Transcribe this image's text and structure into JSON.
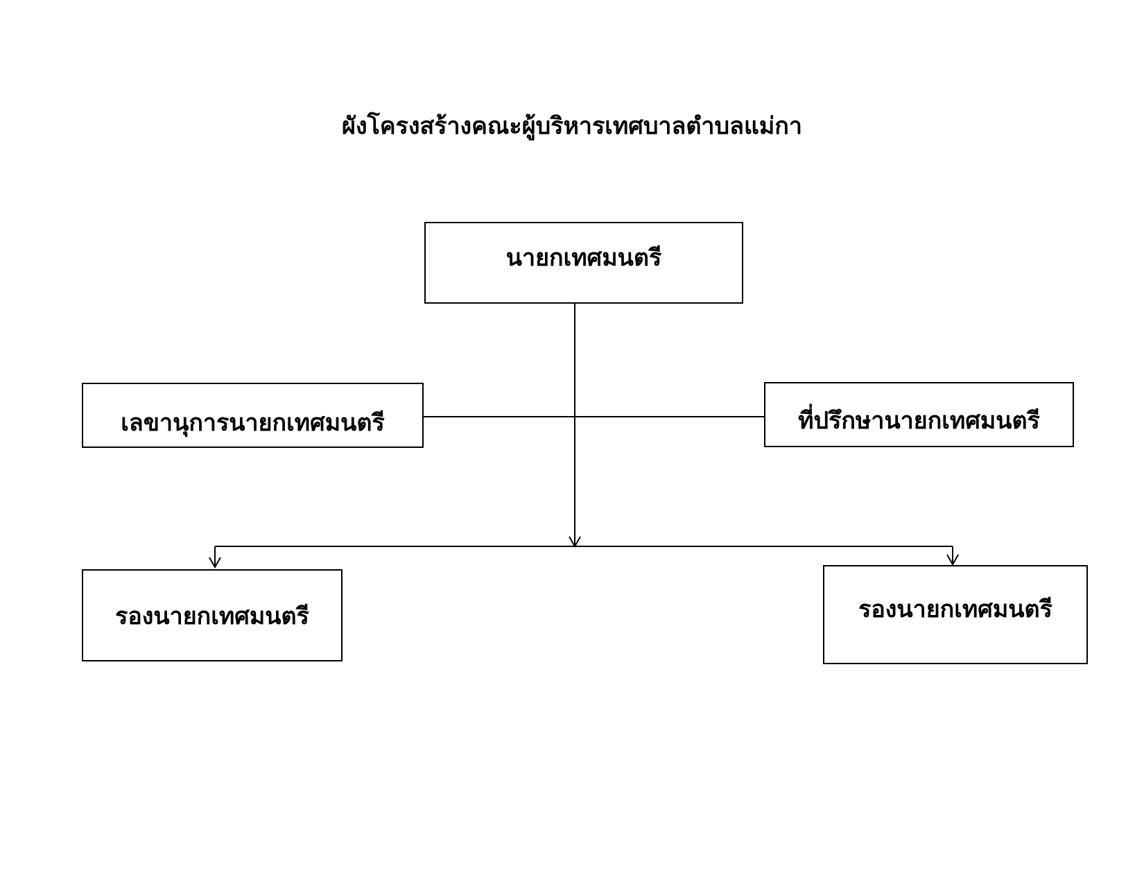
{
  "title": "ผังโครงสร้างคณะผู้บริหารเทศบาลตำบลแม่กา",
  "nodes": {
    "mayor": "นายกเทศมนตรี",
    "secretary": "เลขานุการนายกเทศมนตรี",
    "advisor": "ที่ปรึกษานายกเทศมนตรี",
    "deputy_left": "รองนายกเทศมนตรี",
    "deputy_right": "รองนายกเทศมนตรี"
  }
}
